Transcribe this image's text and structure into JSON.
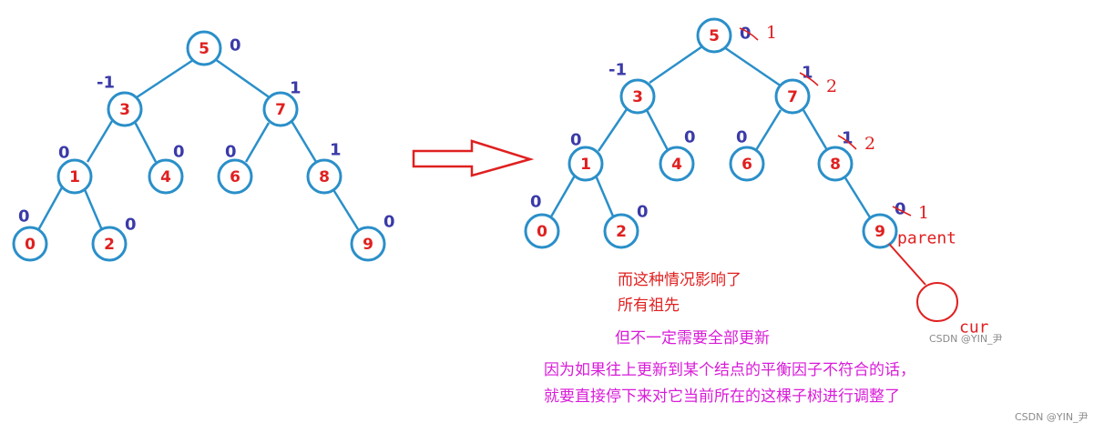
{
  "left_tree": {
    "nodes": [
      {
        "key": "5",
        "bf": "0"
      },
      {
        "key": "3",
        "bf": "-1"
      },
      {
        "key": "7",
        "bf": "1"
      },
      {
        "key": "1",
        "bf": "0"
      },
      {
        "key": "4",
        "bf": "0"
      },
      {
        "key": "6",
        "bf": "0"
      },
      {
        "key": "8",
        "bf": "1"
      },
      {
        "key": "0",
        "bf": "0"
      },
      {
        "key": "2",
        "bf": "0"
      },
      {
        "key": "9",
        "bf": "0"
      }
    ]
  },
  "right_tree": {
    "nodes": [
      {
        "key": "5",
        "bf": "0",
        "new_bf": "1"
      },
      {
        "key": "3",
        "bf": "-1"
      },
      {
        "key": "7",
        "bf": "1",
        "new_bf": "2"
      },
      {
        "key": "1",
        "bf": "0"
      },
      {
        "key": "4",
        "bf": "0"
      },
      {
        "key": "6",
        "bf": "0"
      },
      {
        "key": "8",
        "bf": "1",
        "new_bf": "2"
      },
      {
        "key": "0",
        "bf": "0"
      },
      {
        "key": "2",
        "bf": "0"
      },
      {
        "key": "9",
        "bf": "0",
        "new_bf": "1"
      }
    ],
    "parent_label": "parent",
    "cur_label": "cur"
  },
  "notes": {
    "red_line1": "而这种情况影响了",
    "red_line2": "所有祖先",
    "pink_line1": "但不一定需要全部更新",
    "pink_line2": "因为如果往上更新到某个结点的平衡因子不符合的话，",
    "pink_line3": "就要直接停下来对它当前所在的这棵子树进行调整了"
  },
  "watermarks": {
    "inner": "CSDN @YIN_尹",
    "corner": "CSDN @YIN_尹"
  },
  "colors": {
    "node_stroke": "#2a8fc9",
    "node_text": "#e02020",
    "balance_factor": "#3a3aa8",
    "annotation_red": "#e02020",
    "annotation_pink": "#d81bd8",
    "arrow": "#e02020"
  }
}
